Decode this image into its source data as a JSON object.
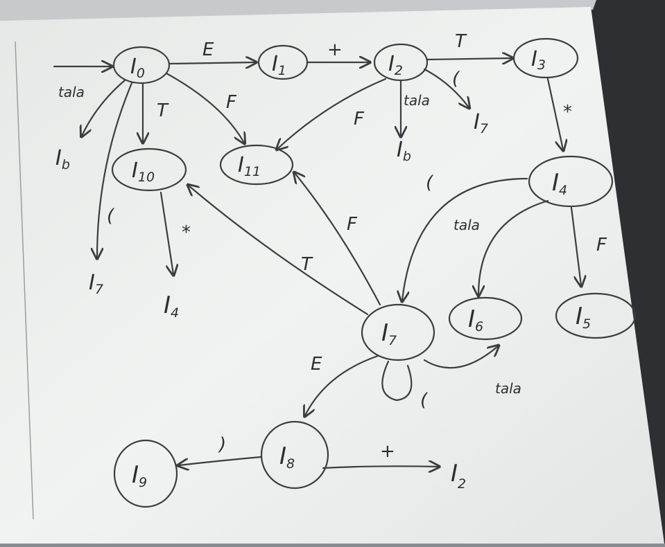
{
  "nodes": [
    {
      "id": "I0",
      "letter": "I",
      "sub": "0"
    },
    {
      "id": "I1",
      "letter": "I",
      "sub": "1"
    },
    {
      "id": "I2",
      "letter": "I",
      "sub": "2"
    },
    {
      "id": "I3",
      "letter": "I",
      "sub": "3"
    },
    {
      "id": "I10",
      "letter": "I",
      "sub": "10"
    },
    {
      "id": "I11",
      "letter": "I",
      "sub": "11"
    },
    {
      "id": "I4",
      "letter": "I",
      "sub": "4"
    },
    {
      "id": "I7",
      "letter": "I",
      "sub": "7"
    },
    {
      "id": "I6",
      "letter": "I",
      "sub": "6"
    },
    {
      "id": "I5",
      "letter": "I",
      "sub": "5"
    },
    {
      "id": "I8",
      "letter": "I",
      "sub": "8"
    },
    {
      "id": "I9",
      "letter": "I",
      "sub": "9"
    }
  ],
  "targets": [
    {
      "id": "t-I6-a",
      "letter": "I",
      "sub": "b"
    },
    {
      "id": "t-I7-a",
      "letter": "I",
      "sub": "7"
    },
    {
      "id": "t-I4-a",
      "letter": "I",
      "sub": "4"
    },
    {
      "id": "t-I6-b",
      "letter": "I",
      "sub": "b"
    },
    {
      "id": "t-I7-b",
      "letter": "I",
      "sub": "7"
    },
    {
      "id": "t-I2-a",
      "letter": "I",
      "sub": "2"
    }
  ],
  "edge_labels": {
    "e_I0_I1": "E",
    "e_I1_I2": "+",
    "e_I2_I3": "T",
    "e_I2_I7": "(",
    "e_I2_I6": "tala",
    "e_I2_I11": "F",
    "e_I0_I6": "tala",
    "e_I0_I10": "T",
    "e_I0_I11": "F",
    "e_I0_I7": "(",
    "e_I10_I4": "*",
    "e_I3_I4": "*",
    "e_I4_I7": "(",
    "e_I4_I6": "tala",
    "e_I4_I5": "F",
    "e_I7_I11": "F",
    "e_I7_I10": "T",
    "e_I7_I8": "E",
    "e_I7_I7": "(",
    "e_I7_I6": "tala",
    "e_I8_I9": ")",
    "e_I8_I2": "+"
  },
  "colors": {
    "board": "#eef0ef",
    "ink": "#3a3c3e",
    "frame": "#2a2c2e",
    "wall": "#d9dbdc"
  }
}
